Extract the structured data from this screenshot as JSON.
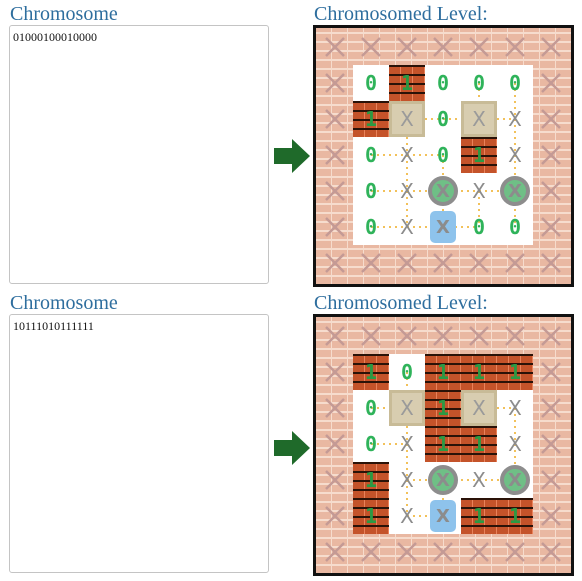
{
  "panels": [
    {
      "chromosome_title": "Chromosome",
      "chromosome_value": "01000100010000",
      "level_title": "Chromosomed Level:",
      "grid": [
        [
          "zero",
          "brick",
          "zero",
          "zero",
          "zero"
        ],
        [
          "brick",
          "crate",
          "zero",
          "crate",
          "x"
        ],
        [
          "zero",
          "x",
          "zero",
          "brick",
          "x"
        ],
        [
          "zero",
          "x",
          "target",
          "x",
          "target"
        ],
        [
          "zero",
          "x",
          "player",
          "zero",
          "zero"
        ]
      ],
      "labels": {
        "zero": "0",
        "brick": "1",
        "x": "X"
      }
    },
    {
      "chromosome_title": "Chromosome",
      "chromosome_value": "10111010111111",
      "level_title": "Chromosomed Level:",
      "grid": [
        [
          "brick",
          "zero",
          "brick",
          "brick",
          "brick"
        ],
        [
          "zero",
          "crate",
          "brick",
          "crate",
          "x"
        ],
        [
          "zero",
          "x",
          "brick",
          "brick",
          "x"
        ],
        [
          "brick",
          "x",
          "target",
          "x",
          "target"
        ],
        [
          "brick",
          "x",
          "player",
          "brick",
          "brick"
        ]
      ],
      "labels": {
        "zero": "0",
        "brick": "1",
        "x": "X"
      }
    }
  ],
  "colors": {
    "title": "#2e6e9e",
    "arrow": "#1f6a2a",
    "zero": "#2fb35a",
    "brick": "#c4532a",
    "target": "#6fbf86",
    "player": "#8ec3ec"
  }
}
